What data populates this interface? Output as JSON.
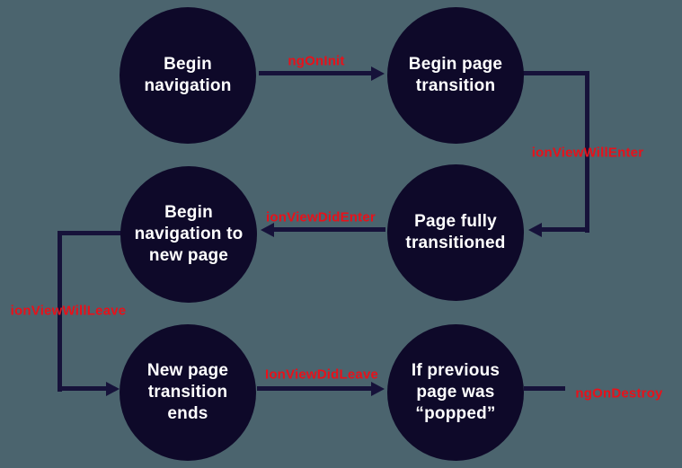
{
  "colors": {
    "background": "#4b646e",
    "node": "#0e0929",
    "line": "#16123a",
    "edge_label": "#e8111a",
    "node_text": "#ffffff"
  },
  "nodes": [
    {
      "id": "begin-navigation",
      "label": "Begin\nnavigation"
    },
    {
      "id": "begin-page-transition",
      "label": "Begin page\ntransition"
    },
    {
      "id": "begin-navigation-to-new-page",
      "label": "Begin\nnavigation to\nnew page"
    },
    {
      "id": "page-fully-transitioned",
      "label": "Page fully\ntransitioned"
    },
    {
      "id": "new-page-transition-ends",
      "label": "New page\ntransition\nends"
    },
    {
      "id": "if-previous-page-was-popped",
      "label": "If previous\npage was\n“popped”"
    }
  ],
  "edges": [
    {
      "id": "ngOnInit",
      "label": "ngOnInit"
    },
    {
      "id": "ionViewWillEnter",
      "label": "ionViewWillEnter"
    },
    {
      "id": "ionViewDidEnter",
      "label": "ionViewDidEnter"
    },
    {
      "id": "ionViewWillLeave",
      "label": "ionViewWillLeave"
    },
    {
      "id": "ionViewDidLeave",
      "label": "IonViewDidLeave"
    },
    {
      "id": "ngOnDestroy",
      "label": "ngOnDestroy"
    }
  ]
}
